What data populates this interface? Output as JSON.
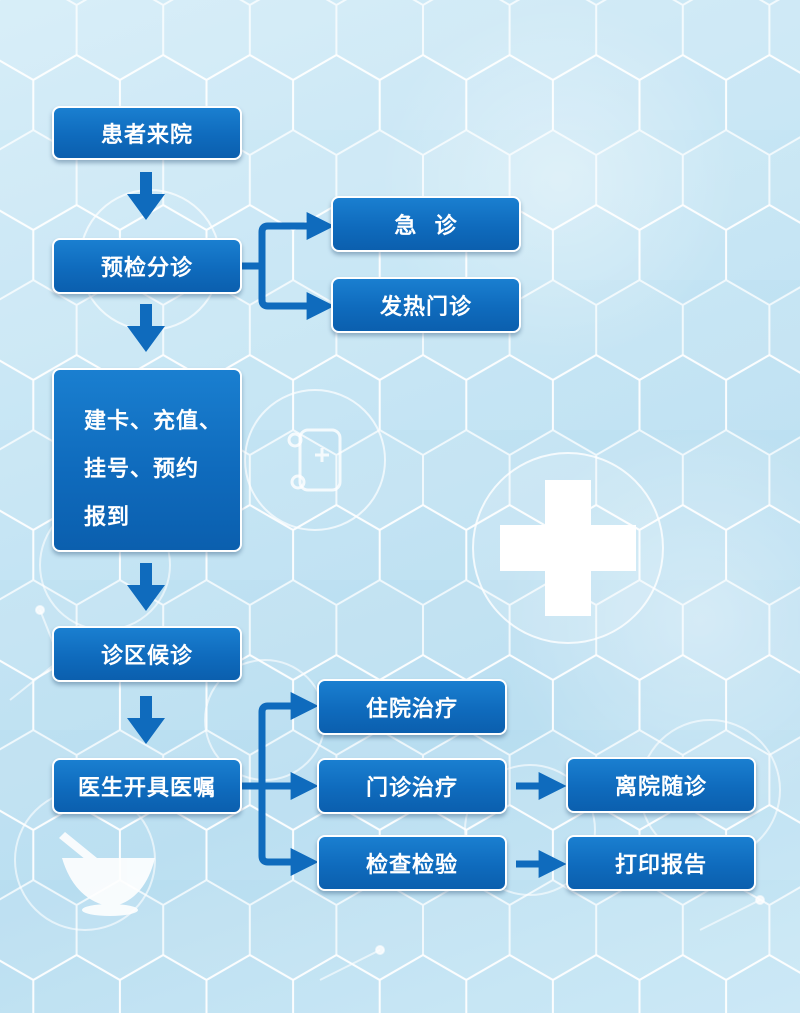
{
  "colors": {
    "node_fill": "#0f6bbd",
    "node_border": "#ffffff",
    "arrow": "#0f6bbd",
    "background": "#c2e3f3"
  },
  "nodes": {
    "arrival": "患者来院",
    "triage": "预检分诊",
    "emergency": "急  诊",
    "fever_clinic": "发热门诊",
    "registration": [
      "建卡、充值、",
      "挂号、预约",
      "报到"
    ],
    "waiting": "诊区候诊",
    "doctor_orders": "医生开具医嘱",
    "inpatient": "住院治疗",
    "outpatient": "门诊治疗",
    "leave_followup": "离院随诊",
    "examination": "检查检验",
    "print_report": "打印报告"
  },
  "background_icons": [
    "medical-cross-icon",
    "test-tube-icon",
    "mortar-pestle-icon",
    "hexagon-pattern"
  ]
}
